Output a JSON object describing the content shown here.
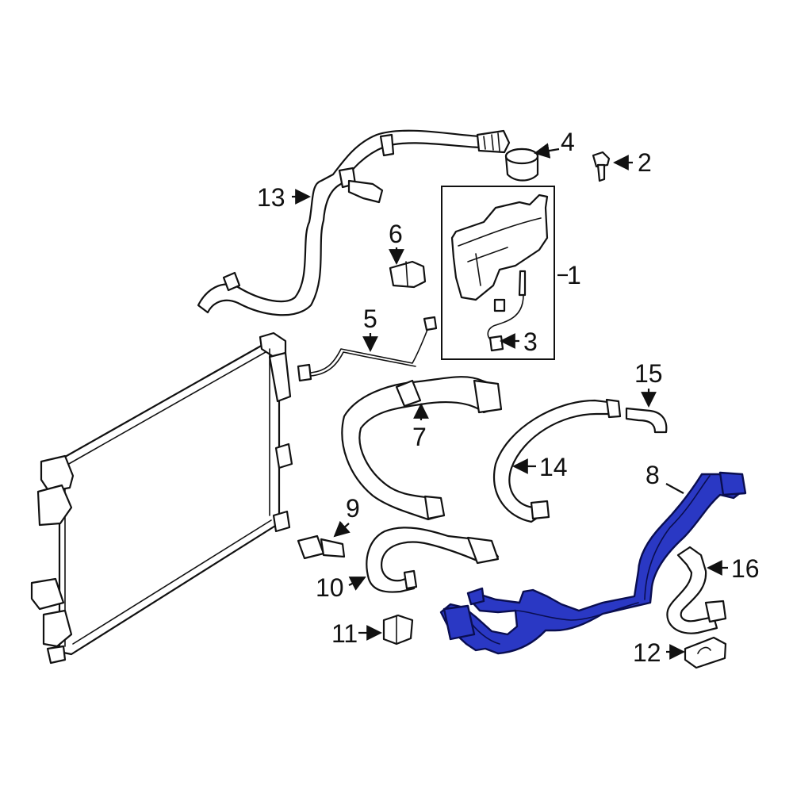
{
  "callouts": [
    {
      "id": "1",
      "text": "1"
    },
    {
      "id": "2",
      "text": "2"
    },
    {
      "id": "3",
      "text": "3"
    },
    {
      "id": "4",
      "text": "4"
    },
    {
      "id": "5",
      "text": "5"
    },
    {
      "id": "6",
      "text": "6"
    },
    {
      "id": "7",
      "text": "7"
    },
    {
      "id": "8",
      "text": "8"
    },
    {
      "id": "9",
      "text": "9"
    },
    {
      "id": "10",
      "text": "10"
    },
    {
      "id": "11",
      "text": "11"
    },
    {
      "id": "12",
      "text": "12"
    },
    {
      "id": "13",
      "text": "13"
    },
    {
      "id": "14",
      "text": "14"
    },
    {
      "id": "15",
      "text": "15"
    },
    {
      "id": "16",
      "text": "16"
    }
  ],
  "highlight": {
    "part": "8",
    "color": "#2a38c4"
  }
}
